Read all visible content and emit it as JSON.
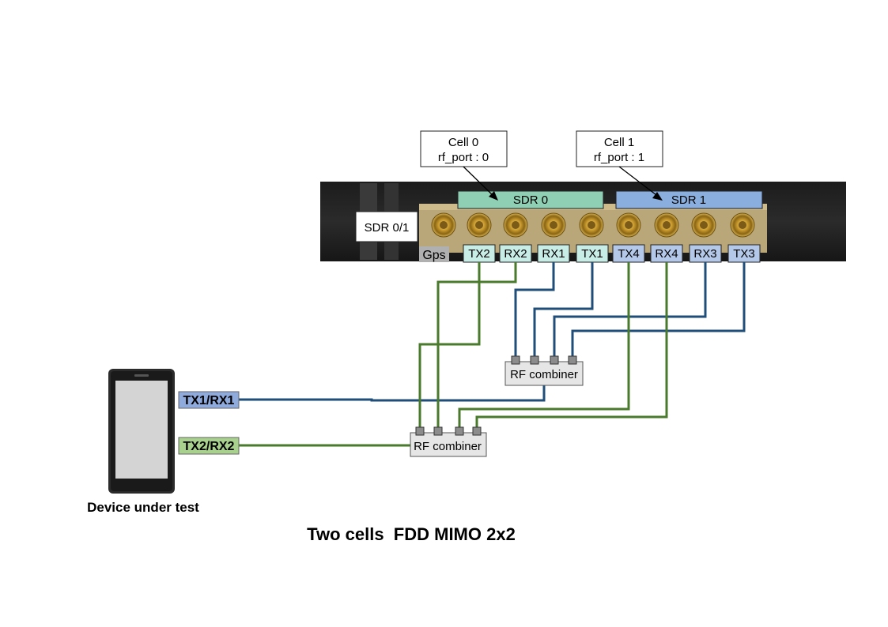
{
  "title": "Two cells  FDD MIMO 2x2",
  "device_label": "Device  under test",
  "callouts": {
    "cell0": {
      "line1": "Cell 0",
      "line2": "rf_port : 0"
    },
    "cell1": {
      "line1": "Cell 1",
      "line2": "rf_port : 1"
    }
  },
  "sdr": {
    "sdr0_label": "SDR 0",
    "sdr1_label": "SDR 1",
    "sdr01_label": "SDR 0/1",
    "gps_label": "Gps",
    "ports": [
      "TX2",
      "RX2",
      "RX1",
      "TX1",
      "TX4",
      "RX4",
      "RX3",
      "TX3"
    ]
  },
  "combiners": {
    "top": "RF combiner",
    "bottom": "RF combiner"
  },
  "device_ports": {
    "port1": "TX1/RX1",
    "port2": "TX2/RX2"
  },
  "colors": {
    "sdr0": "#8fd0b4",
    "sdr1": "#8aaede",
    "port_sdr0": "#c8ece6",
    "port_sdr1": "#b4c8ea",
    "cable_blue": "#1f4e79",
    "cable_green": "#4a7a2c",
    "device_port1": "#8faadc",
    "device_port2": "#a9d18e"
  }
}
